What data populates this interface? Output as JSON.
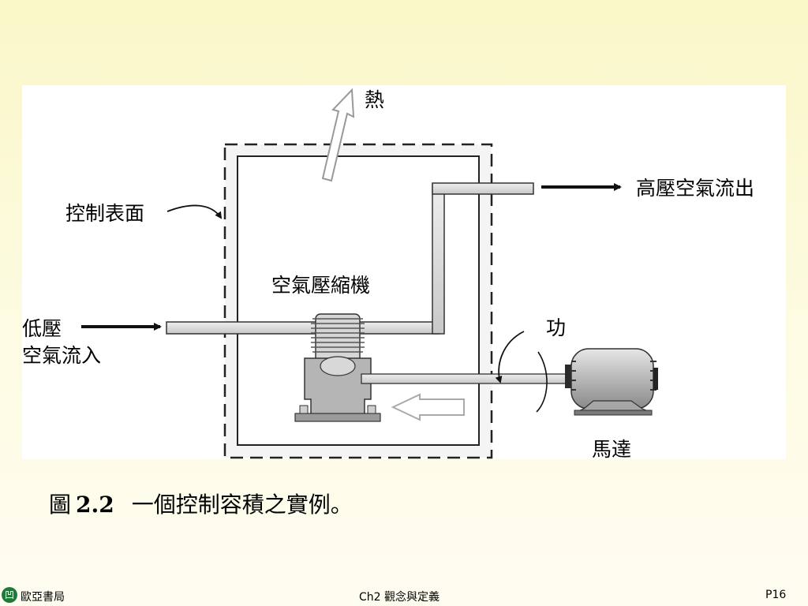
{
  "diagram": {
    "heat_label": "熱",
    "control_surface_label": "控制表面",
    "outlet_label": "高壓空氣流出",
    "compressor_label": "空氣壓縮機",
    "inlet_label_line1": "低壓",
    "inlet_label_line2": "空氣流入",
    "work_label": "功",
    "motor_label": "馬達"
  },
  "caption": {
    "prefix": "圖",
    "number": "2.2",
    "text": "一個控制容積之實例。"
  },
  "footer": {
    "logo_glyph": "凹",
    "publisher": "歐亞書局",
    "chapter": "Ch2 觀念與定義",
    "page": "P16"
  },
  "colors": {
    "background": "#faf7c8",
    "pipe_fill": "#d9d9d9",
    "machine_fill": "#bdbdbd",
    "outline": "#1a1a1a"
  }
}
